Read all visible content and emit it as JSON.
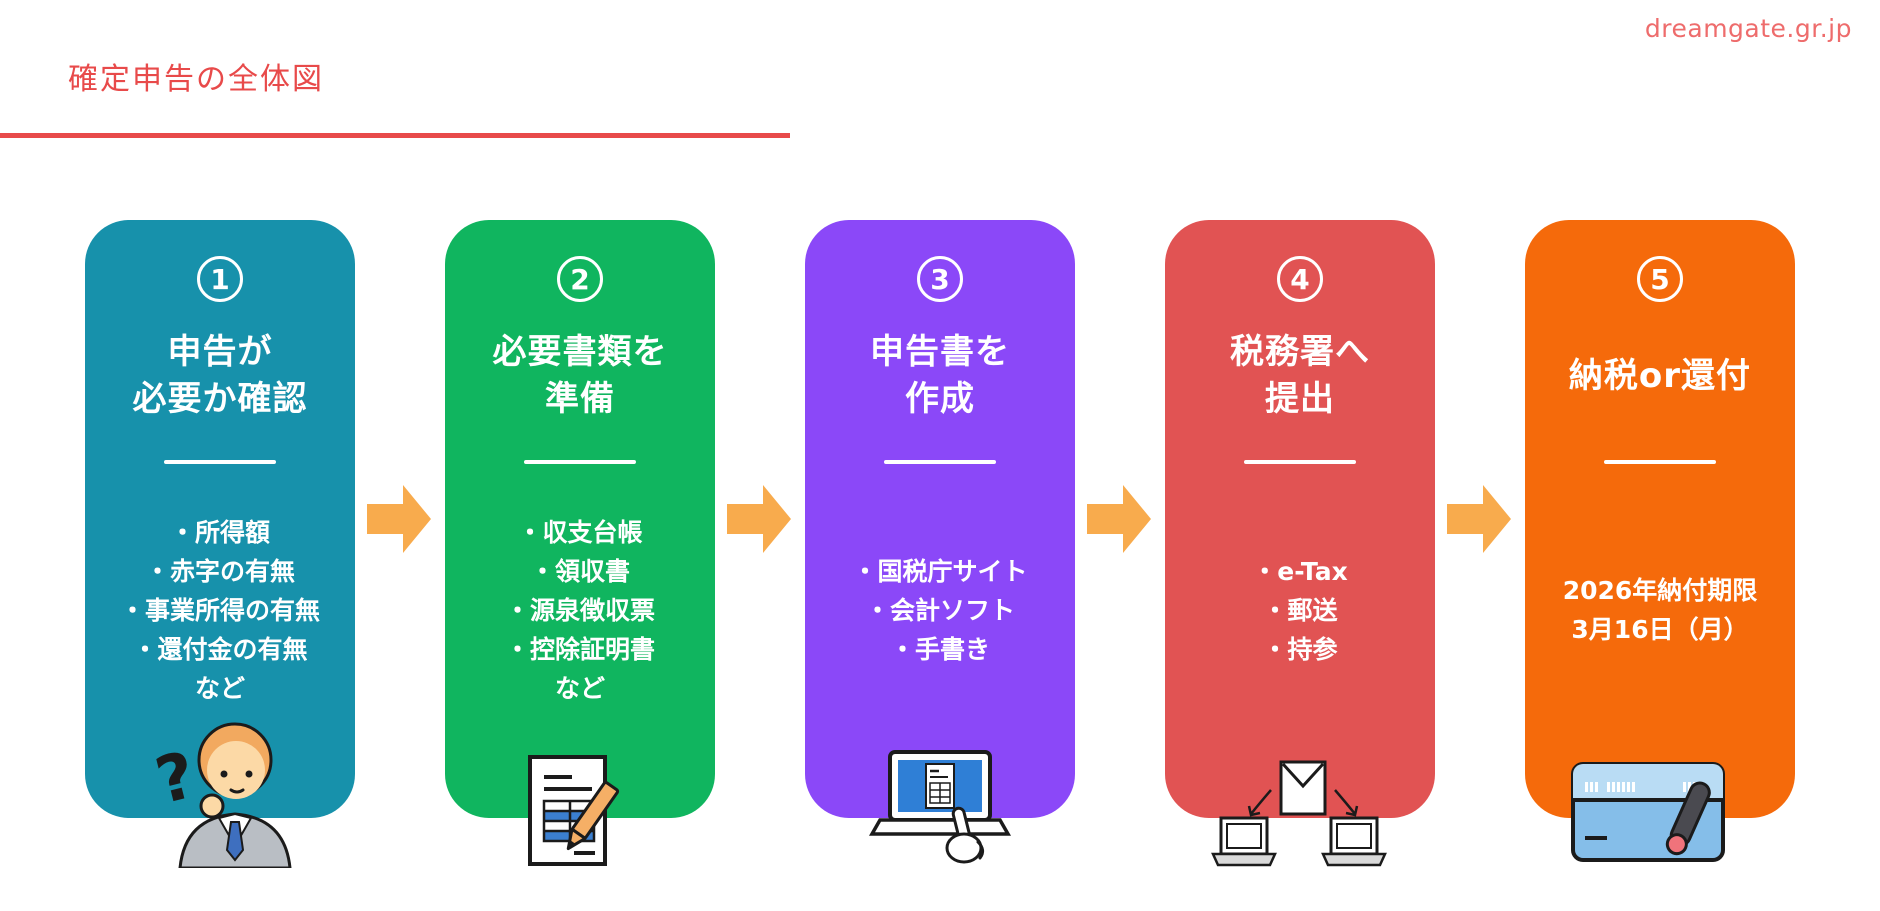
{
  "watermark": "dreamgate.gr.jp",
  "title": "確定申告の全体図",
  "colors": {
    "accent": "#E84A4A",
    "watermark": "#EE6C6C",
    "arrow": "#F8AB4D"
  },
  "steps": [
    {
      "number": "1",
      "color": "#1791AB",
      "heading": "申告が\n必要か確認",
      "details": "・所得額\n・赤字の有無\n・事業所得の有無\n・還付金の有無\nなど",
      "icon": "thinking-person"
    },
    {
      "number": "2",
      "color": "#10B55F",
      "heading": "必要書類を\n準備",
      "details": "・収支台帳\n・領収書\n・源泉徴収票\n・控除証明書\nなど",
      "icon": "document-pencil"
    },
    {
      "number": "3",
      "color": "#8B48F8",
      "heading": "申告書を\n作成",
      "details": "・国税庁サイト\n・会計ソフト\n・手書き",
      "icon": "laptop-hand"
    },
    {
      "number": "4",
      "color": "#E15353",
      "heading": "税務署へ\n提出",
      "details": "・e-Tax\n・郵送\n・持参",
      "icon": "envelope-computers"
    },
    {
      "number": "5",
      "color": "#F56A0B",
      "heading": "納税or還付",
      "details": "2026年納付期限\n3月16日（月）",
      "icon": "credit-card-pen"
    }
  ]
}
